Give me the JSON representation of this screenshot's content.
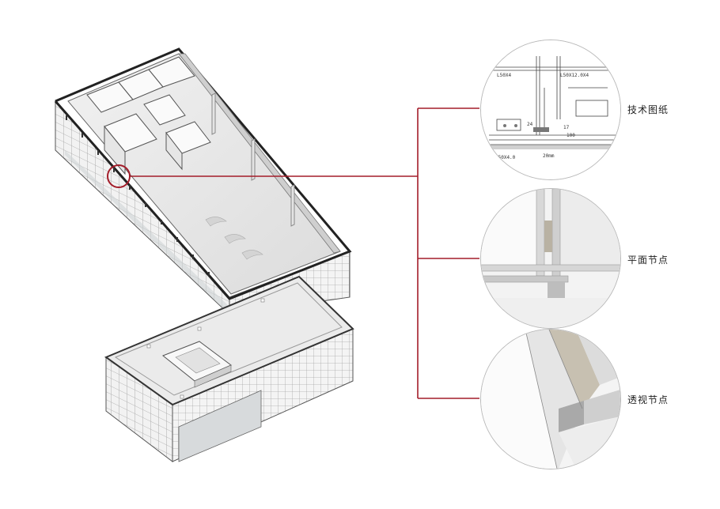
{
  "colors": {
    "leader_line": "#a31d2a",
    "circle_border": "#b9b9b9",
    "building_line": "#555555",
    "grid_tile": "#d9d9d9",
    "roof": "#e9e9e9"
  },
  "callouts": [
    {
      "label": "技术图纸"
    },
    {
      "label": "平面节点"
    },
    {
      "label": "透视节点"
    }
  ],
  "drawing_annotations": {
    "dim_a": "L50X4",
    "dim_b": "L50X12.0X4",
    "dim_c": "L50X4.0",
    "dim_d": "20mm",
    "dim_e": "100",
    "dim_f": "24",
    "dim_g": "17"
  }
}
